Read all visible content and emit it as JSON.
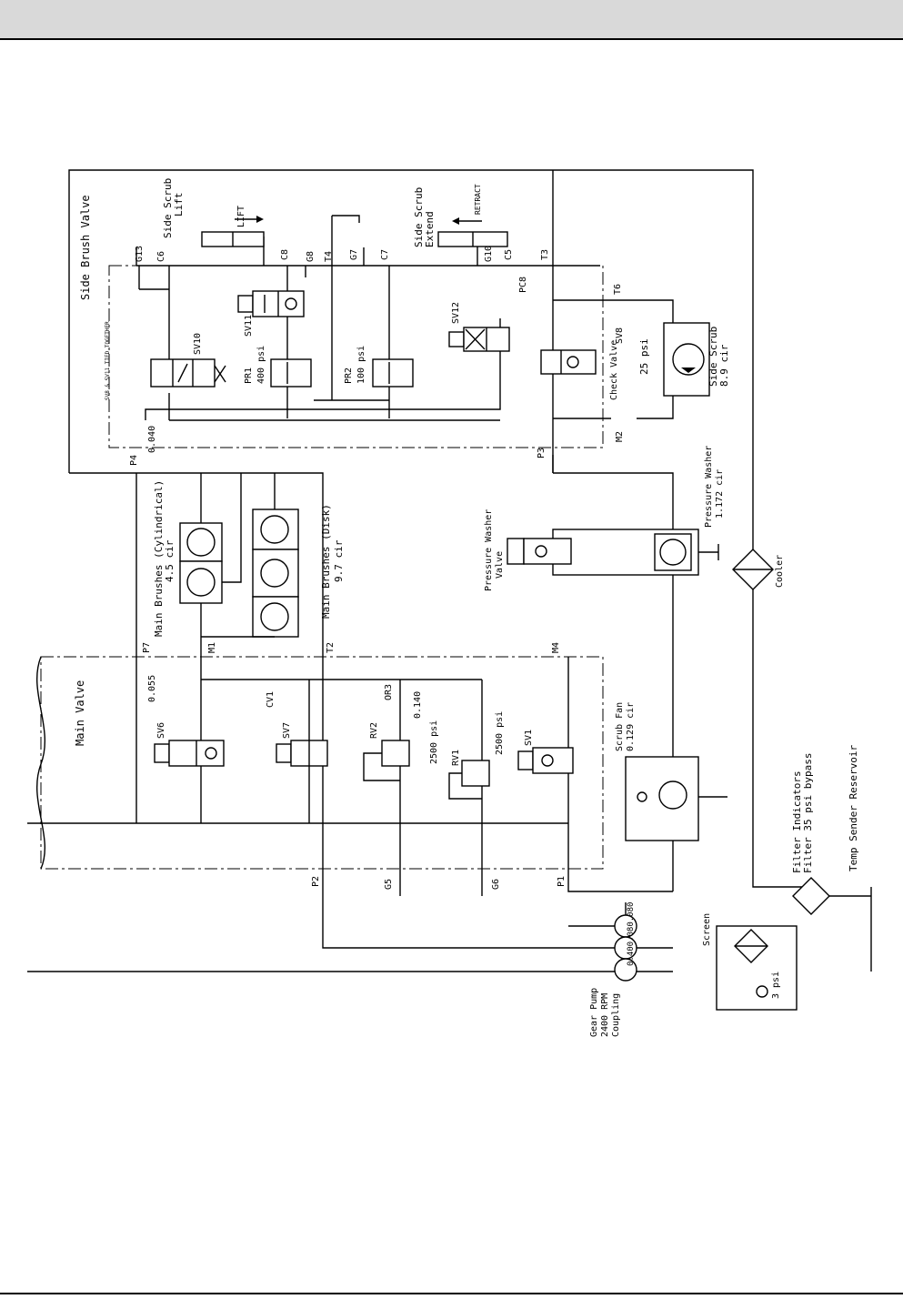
{
  "labels": {
    "side_brush_valve": "Side Brush Valve",
    "side_scrub_lift": [
      "Side Scrub",
      "Lift"
    ],
    "lift": "LIFT",
    "side_scrub_extend": [
      "Side Scrub",
      "Extend"
    ],
    "retract": "RETRACT",
    "sv8_sv11_note": "SV8 & SV11 TIED TOGETHER",
    "g13": "G13",
    "c6": "C6",
    "c8": "C8",
    "g8": "G8",
    "t4": "T4",
    "g7": "G7",
    "c7": "C7",
    "g10": "G10",
    "c5": "C5",
    "t3": "T3",
    "pc8": "PC8",
    "t6": "T6",
    "sv11": "SV11",
    "sv12": "SV12",
    "sv10": "SV10",
    "sv8": "SV8",
    "pr1": [
      "PR1",
      "400 psi"
    ],
    "pr2": [
      "PR2",
      "100 psi"
    ],
    "check_valve": "Check Valve",
    "m2": "M2",
    "side_scrub_motor": [
      "Side Scrub",
      "8.9 cir"
    ],
    "psi25": "25 psi",
    "d040": "0.040",
    "p4": "P4",
    "p3": "P3",
    "pressure_washer_valve": [
      "Pressure Washer",
      "Valve"
    ],
    "pressure_washer": [
      "Pressure Washer",
      "1.172 cir"
    ],
    "cooler": "Cooler",
    "main_brushes_cyl": [
      "Main Brushes (Cylindrical)",
      "4.5 cir"
    ],
    "main_brushes_disk": [
      "Main Brushes (Disk)",
      "9.7 cir"
    ],
    "p7": "P7",
    "m1": "M1",
    "t2": "T2",
    "m4": "M4",
    "d055": "0.055",
    "cv1": "CV1",
    "or3": "OR3",
    "d140": "0.140",
    "main_valve": "Main Valve",
    "sv6": "SV6",
    "sv7": "SV7",
    "rv2": [
      "RV2",
      "2500 psi"
    ],
    "rv1": [
      "RV1",
      "2500 psi"
    ],
    "sv1": "SV1",
    "scrub_fan": [
      "Scrub Fan",
      "0.129 cir"
    ],
    "filter_indicators": [
      "Filter Indicators",
      "Filter 35 psi bypass"
    ],
    "temp_sender": "Temp Sender Reservoir",
    "p2": "P2",
    "g5": "G5",
    "g6": "G6",
    "p1": "P1",
    "screen": "Screen",
    "psi3": "3 psi",
    "gear_pump": [
      "Gear Pump",
      "2400 RPM",
      "Coupling"
    ],
    "pump_disp": "0.400.080.080"
  }
}
